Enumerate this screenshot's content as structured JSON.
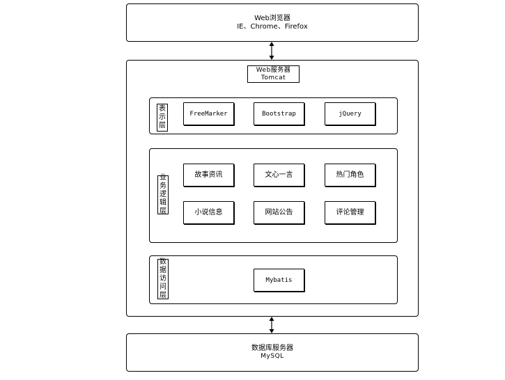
{
  "browser": {
    "title": "Web浏览器",
    "subtitle": "IE、Chrome、Firefox"
  },
  "server": {
    "title": "Web服务器",
    "subtitle": "Tomcat"
  },
  "presentation_layer": {
    "label": [
      "表",
      "示",
      "层"
    ],
    "items": [
      "FreeMarker",
      "Bootstrap",
      "jQuery"
    ]
  },
  "business_layer": {
    "label": [
      "业",
      "务",
      "逻",
      "辑",
      "层"
    ],
    "items": [
      "故事资讯",
      "文心一言",
      "热门角色",
      "小说信息",
      "网站公告",
      "评论管理"
    ]
  },
  "data_layer": {
    "label": [
      "数",
      "据",
      "访",
      "问",
      "层"
    ],
    "items": [
      "Mybatis"
    ]
  },
  "database": {
    "title": "数据库服务器",
    "subtitle": "MySQL"
  }
}
